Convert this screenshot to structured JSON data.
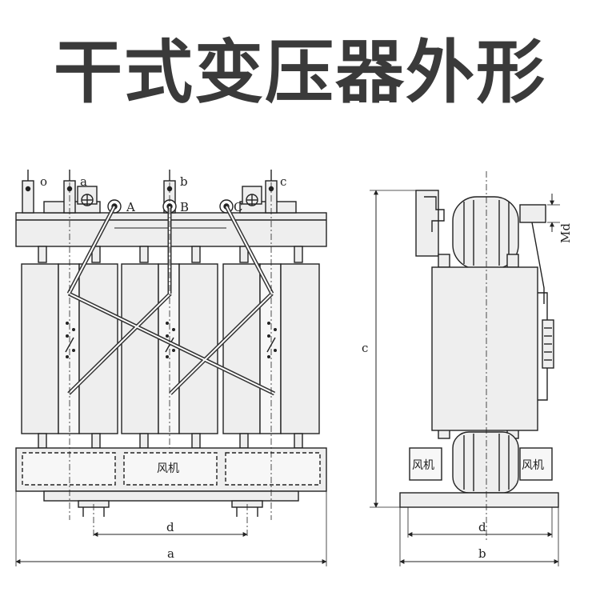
{
  "title": "干式变压器外形",
  "front_view": {
    "terminal_lv": [
      "o",
      "a",
      "b",
      "c"
    ],
    "terminal_hv": [
      "A",
      "B",
      "C"
    ],
    "fan_label": "风机",
    "dim_d": "d",
    "dim_a": "a"
  },
  "side_view": {
    "fan_left": "风机",
    "fan_right": "风机",
    "dim_c": "c",
    "dim_md": "Md",
    "dim_d": "d",
    "dim_b": "b"
  },
  "colors": {
    "line": "#222222",
    "fill": "#eeeeee",
    "title": "#3a3a3a"
  }
}
